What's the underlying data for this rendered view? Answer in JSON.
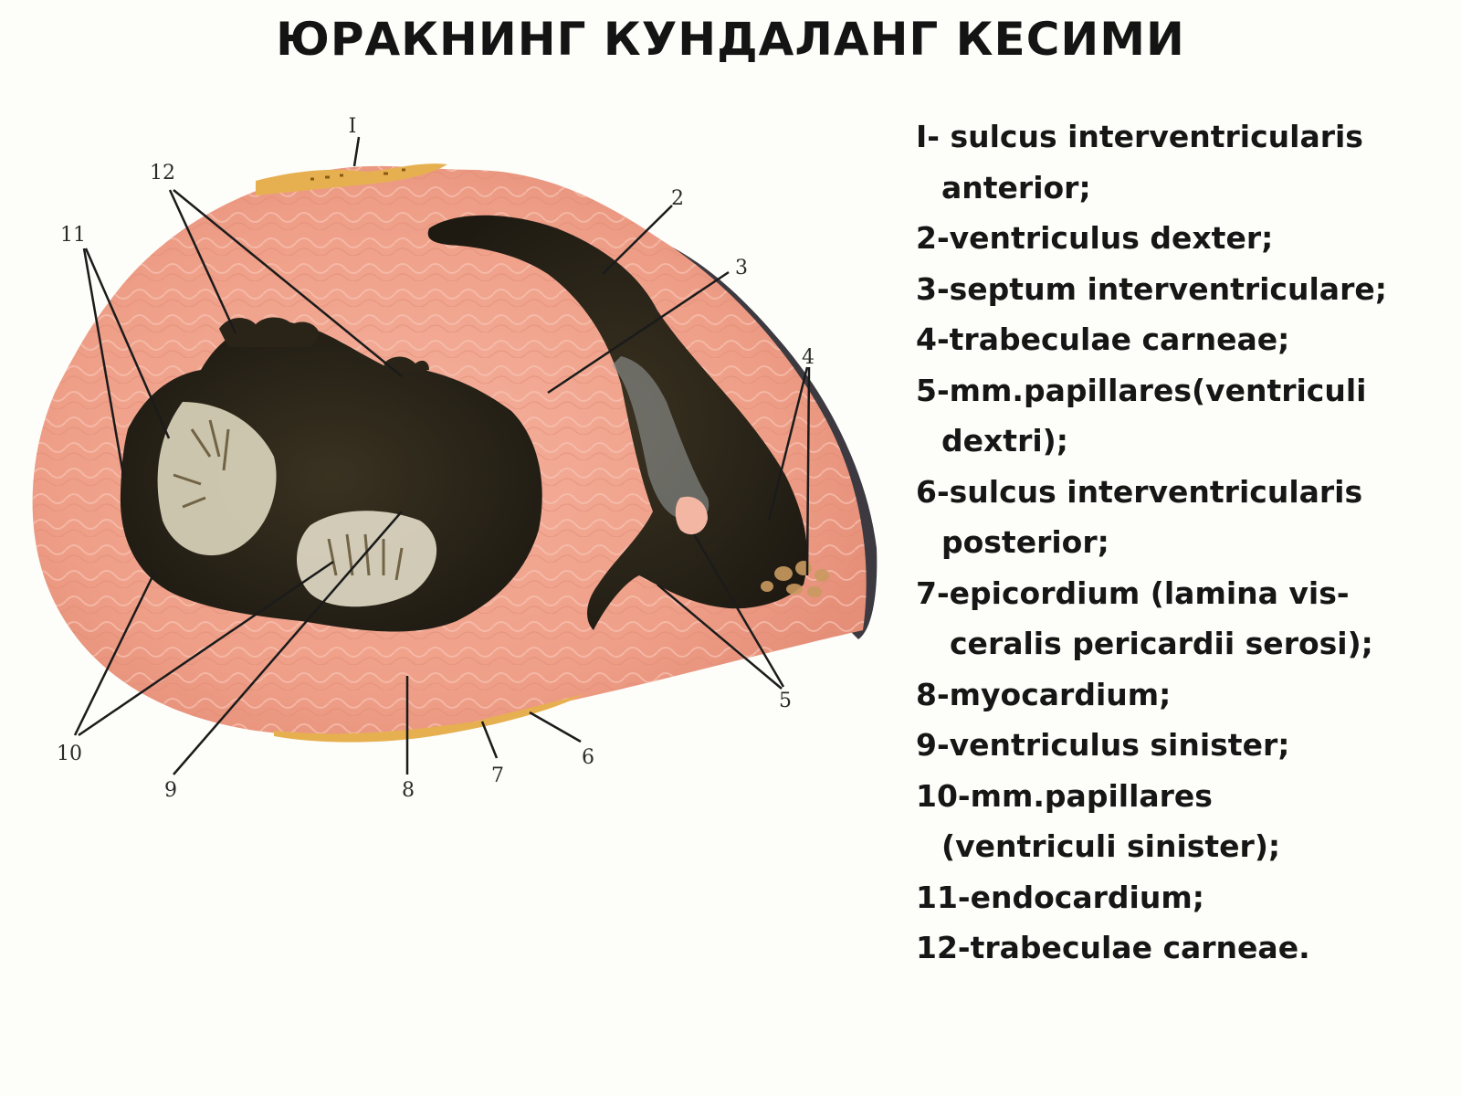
{
  "title": "ЮРАКНИНГ КУНДАЛАНГ КЕСИМИ",
  "figure": {
    "labels": {
      "l1": "I",
      "l2": "2",
      "l3": "3",
      "l4": "4",
      "l5": "5",
      "l6": "6",
      "l7": "7",
      "l8": "8",
      "l9": "9",
      "l10": "10",
      "l11": "11",
      "l12": "12"
    }
  },
  "legend": [
    "I- sulcus interventricularis",
    "anterior;",
    "2-ventriculus dexter;",
    "3-septum interventriculare;",
    "4-trabeculae carneae;",
    "5-mm.papillares(ventriculi",
    "dextri);",
    "6-sulcus interventricularis",
    "posterior;",
    "7-epicordium (lamina vis-",
    "ceralis pericardii serosi);",
    "8-myocardium;",
    "9-ventriculus sinister;",
    "10-mm.papillares",
    "(ventriculi sinister);",
    "11-endocardium;",
    "12-trabeculae carneae."
  ],
  "colors": {
    "myocardium": "#f2a892",
    "epicardium_fat": "#e8b95a",
    "cavity": "#2a2418",
    "outer_edge": "#3c3a40",
    "background": "#fdfdf9"
  }
}
